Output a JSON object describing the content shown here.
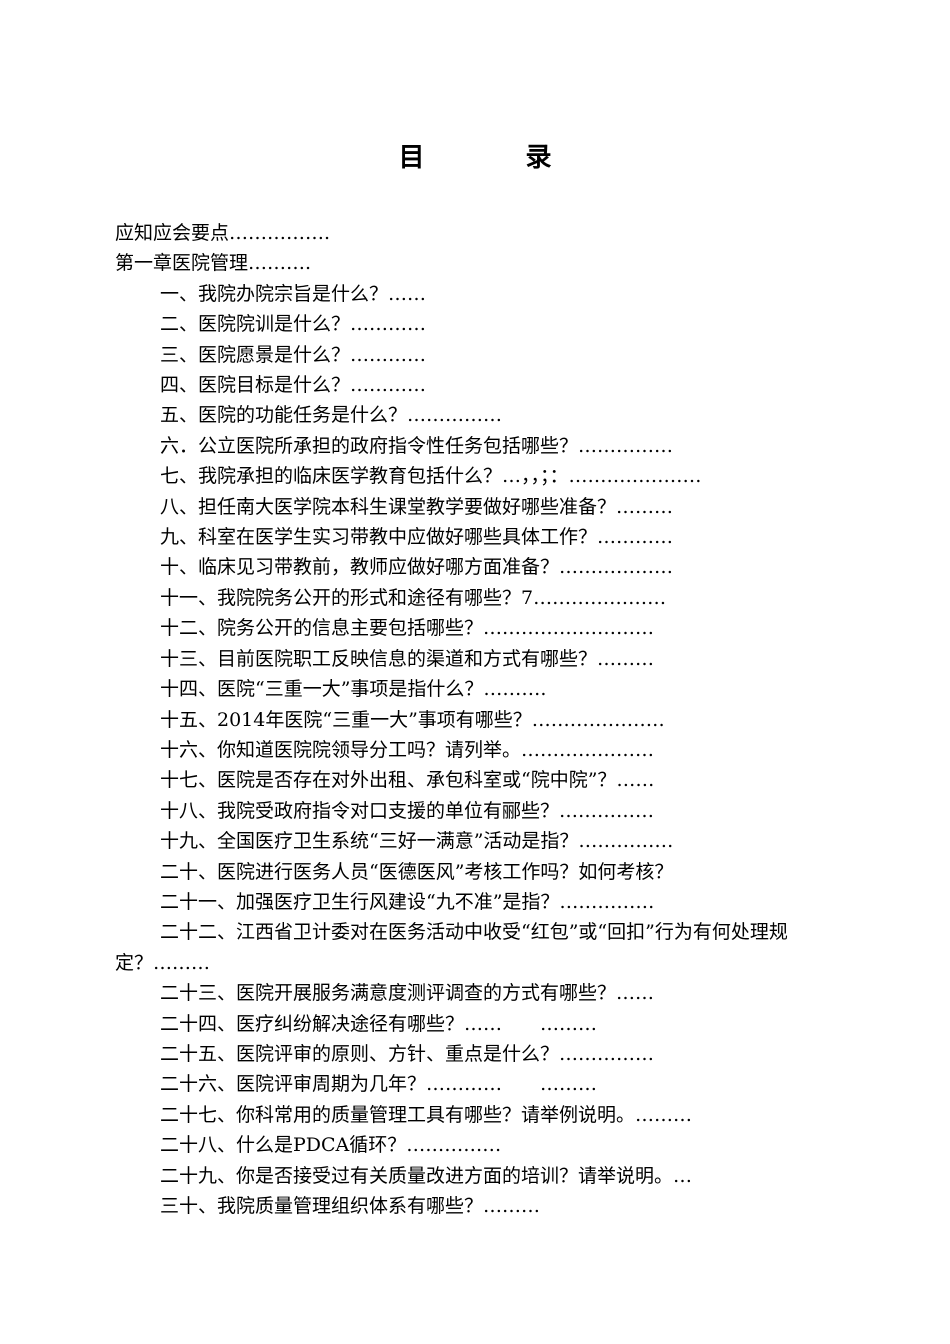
{
  "document": {
    "title": "目 录",
    "entries": [
      {
        "level": 1,
        "text": "应知应会要点……………."
      },
      {
        "level": 1,
        "text": "第一章医院管理………."
      },
      {
        "level": 2,
        "text": "一、我院办院宗旨是什么？……"
      },
      {
        "level": 2,
        "text": "二、医院院训是什么？…………"
      },
      {
        "level": 2,
        "text": "三、医院愿景是什么？…………"
      },
      {
        "level": 2,
        "text": "四、医院目标是什么？…………"
      },
      {
        "level": 2,
        "text": "五、医院的功能任务是什么？……………"
      },
      {
        "level": 2,
        "text": "六．公立医院所承担的政府指令性任务包括哪些？……………"
      },
      {
        "level": 2,
        "text": "七、我院承担的临床医学教育包括什么？…，，；：…………………"
      },
      {
        "level": 2,
        "text": "八、担任南大医学院本科生课堂教学要做好哪些准备？………"
      },
      {
        "level": 2,
        "text": "九、科室在医学生实习带教中应做好哪些具体工作？…………"
      },
      {
        "level": 2,
        "text": "十、临床见习带教前，教师应做好哪方面准备？………………"
      },
      {
        "level": 2,
        "text": "十一、我院院务公开的形式和途径有哪些？7…………………"
      },
      {
        "level": 2,
        "text": "十二、院务公开的信息主要包括哪些？………………………"
      },
      {
        "level": 2,
        "text": "十三、目前医院职工反映信息的渠道和方式有哪些？………"
      },
      {
        "level": 2,
        "text": "十四、医院“三重一大”事项是指什么？………."
      },
      {
        "level": 2,
        "text": "十五、2014年医院“三重一大”事项有哪些？…………………"
      },
      {
        "level": 2,
        "text": "十六、你知道医院院领导分工吗？请列举。…………………"
      },
      {
        "level": 2,
        "text": "十七、医院是否存在对外出租、承包科室或“院中院”？……"
      },
      {
        "level": 2,
        "text": "十八、我院受政府指令对口支援的单位有郦些？……………"
      },
      {
        "level": 2,
        "text": "十九、全国医疗卫生系统“三好一满意”活动是指？……………"
      },
      {
        "level": 2,
        "text": "二十、医院进行医务人员“医德医风”考核工作吗？如何考核？"
      },
      {
        "level": 2,
        "text": "二十一、加强医疗卫生行风建设“九不准”是指？……………"
      },
      {
        "level": "wrap",
        "text": "二十二、江西省卫计委对在医务活动中收受“红包”或“回扣”行为有何处理规定？………"
      },
      {
        "level": 2,
        "text": "二十三、医院开展服务满意度测评调查的方式有哪些？……"
      },
      {
        "level": 2,
        "text": "二十四、医疗纠纷解决途径有哪些？……　　………"
      },
      {
        "level": 2,
        "text": "二十五、医院评审的原则、方针、重点是什么？……………"
      },
      {
        "level": 2,
        "text": "二十六、医院评审周期为几年？…………　　………"
      },
      {
        "level": 2,
        "text": "二十七、你科常用的质量管理工具有哪些？请举例说明。………"
      },
      {
        "level": 2,
        "text": "二十八、什么是PDCA循环？……………"
      },
      {
        "level": 2,
        "text": "二十九、你是否接受过有关质量改进方面的培训？请举说明。…"
      },
      {
        "level": 2,
        "text": "三十、我院质量管理组织体系有哪些？………"
      }
    ]
  }
}
